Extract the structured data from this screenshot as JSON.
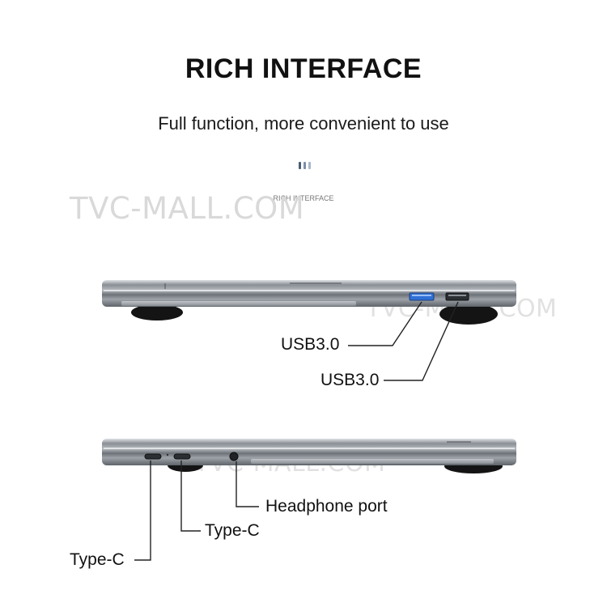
{
  "header": {
    "title": "RICH INTERFACE",
    "subtitle": "Full function, more convenient to use",
    "small_label": "RICH INTERFACE"
  },
  "watermark": {
    "text": "TVC-MALL.COM"
  },
  "side_a": {
    "callouts": [
      {
        "label": "USB3.0",
        "port": "usb-a-port-blue"
      },
      {
        "label": "USB3.0",
        "port": "usb-a-port"
      }
    ]
  },
  "side_b": {
    "callouts": [
      {
        "label": "Headphone port",
        "port": "headphone-jack"
      },
      {
        "label": "Type-C",
        "port": "type-c-port-right"
      },
      {
        "label": "Type-C",
        "port": "type-c-port-left"
      }
    ]
  },
  "colors": {
    "usb_blue": "#2f6fd6",
    "body_dark": "#6f747b",
    "body_light": "#c9cdd2",
    "indicator_light": "#a7b7cc",
    "indicator_dark": "#4a5d79"
  }
}
